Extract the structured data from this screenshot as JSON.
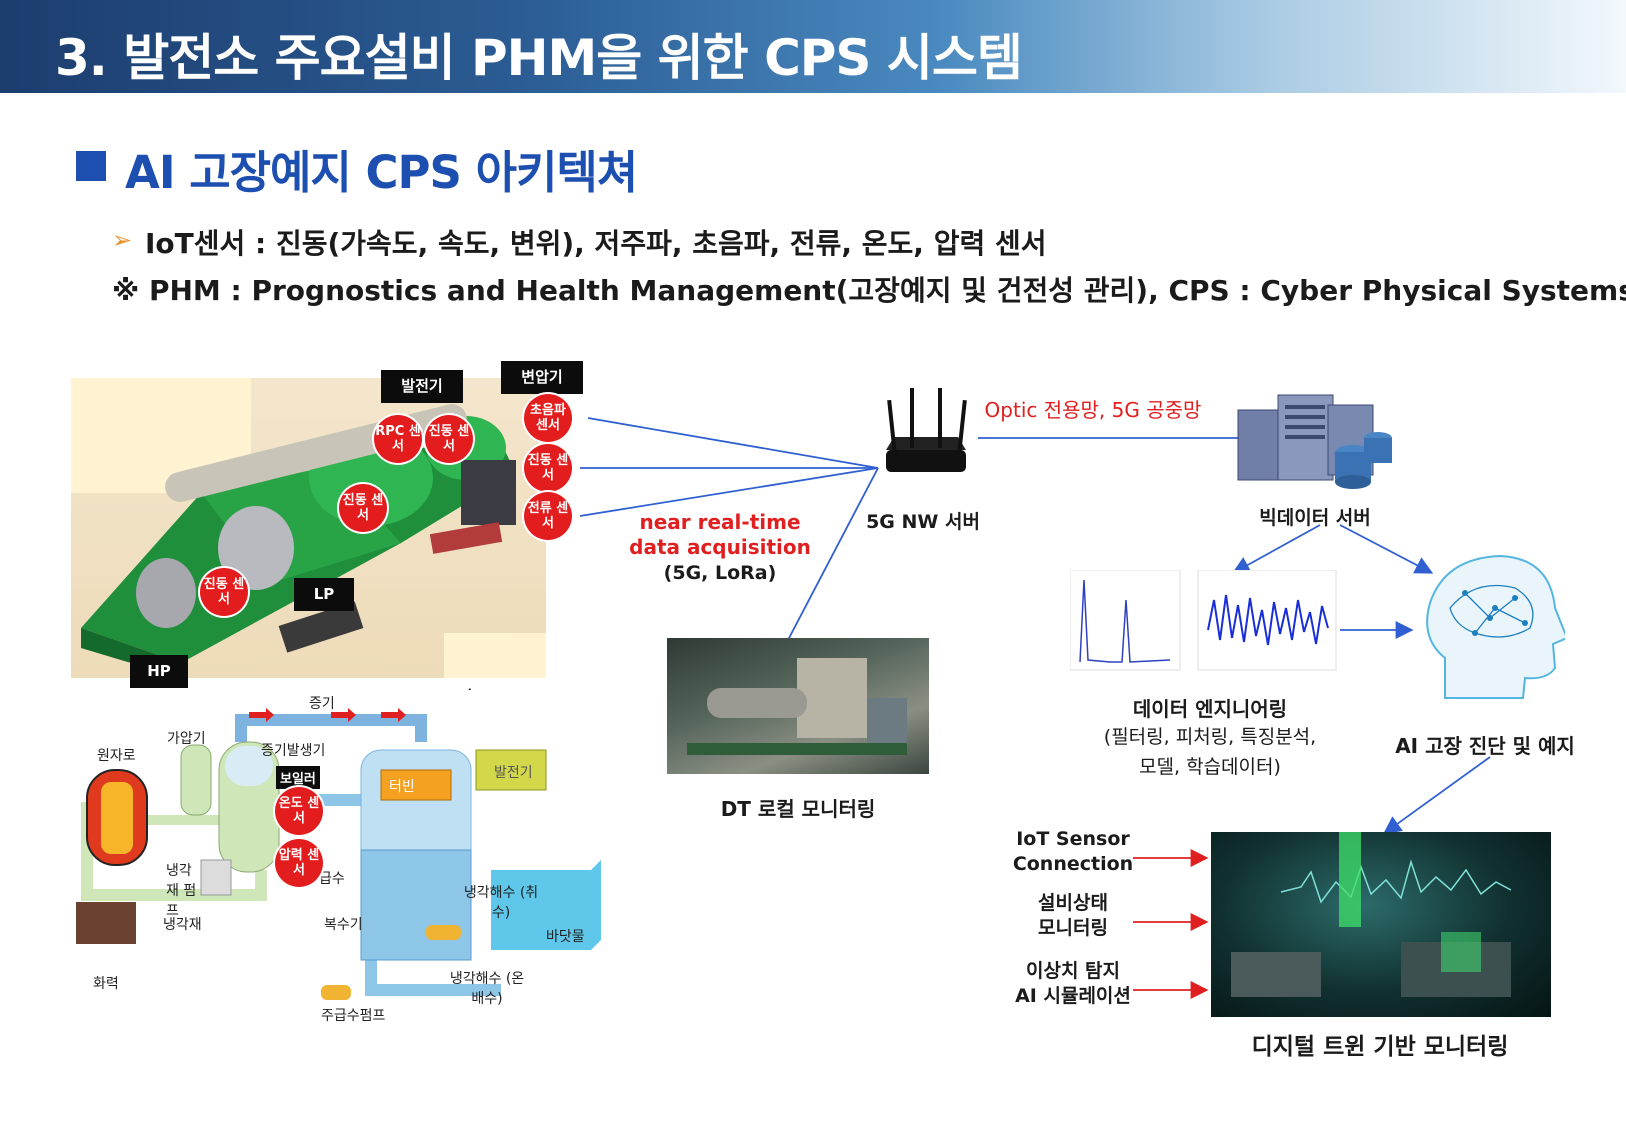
{
  "header": {
    "title": "3. 발전소 주요설비 PHM을 위한 CPS 시스템"
  },
  "section": {
    "title": "AI 고장예지 CPS 아키텍쳐"
  },
  "bullets": {
    "iot": "IoT센서 : 진동(가속도, 속도, 변위), 저주파, 초음파, 전류, 온도, 압력 센서",
    "note": "※ PHM : Prognostics and Health Management(고장예지 및 건전성 관리),  CPS : Cyber Physical Systems"
  },
  "turbine": {
    "labels": {
      "generator": "발전기",
      "transformer": "변압기",
      "lp": "LP",
      "hp": "HP"
    },
    "badges": {
      "rpc": "RPC 센서",
      "vib_top": "진동 센서",
      "vib_mid": "진동 센서",
      "vib_low": "진동 센서",
      "ultrasonic": "초음파 센서",
      "vib_right": "진동 센서",
      "current": "전류 센서"
    }
  },
  "plant": {
    "labels": {
      "steam": "증기",
      "reactor": "원자로",
      "pressurizer": "가압기",
      "steam_generator": "증기발생기",
      "boiler": "보일러",
      "turbine": "터빈",
      "generator": "발전기",
      "coolant_pump": "냉각재 펌프",
      "coolant": "냉각재",
      "feedwater": "급수",
      "condenser": "복수기",
      "cooling_in": "냉각해수 (취수)",
      "seawater": "바닷물",
      "cooling_out": "냉각해수 (온배수)",
      "main_pump": "주급수펌프",
      "thermal": "화력"
    },
    "badges": {
      "temp": "온도 센서",
      "pressure": "압력 센서"
    }
  },
  "network": {
    "acquisition": [
      "near real-time",
      "data acquisition"
    ],
    "acquisition_sub": "(5G, LoRa)",
    "router_label": "5G NW 서버",
    "optic_label": "Optic 전용망, 5G 공중망",
    "bigdata_label": "빅데이터 서버"
  },
  "dt_local": {
    "label": "DT 로컬 모니터링"
  },
  "data_eng": {
    "title": "데이터 엔지니어링",
    "desc": [
      "(필터링, 피처링, 특징분석,",
      "모델, 학습데이터)"
    ]
  },
  "ai": {
    "label": "AI 고장 진단 및 예지"
  },
  "twin": {
    "title": "디지털 트윈 기반 모니터링",
    "inputs": [
      {
        "line1": "IoT Sensor",
        "line2": "Connection"
      },
      {
        "line1": "설비상태",
        "line2": "모니터링"
      },
      {
        "line1": "이상치 탐지",
        "line2": "AI 시뮬레이션"
      }
    ]
  },
  "colors": {
    "accent_blue": "#1d4fb0",
    "sensor_red": "#e31d1d",
    "connector_blue": "#2f5fd0",
    "bullet_orange": "#e8902a"
  }
}
